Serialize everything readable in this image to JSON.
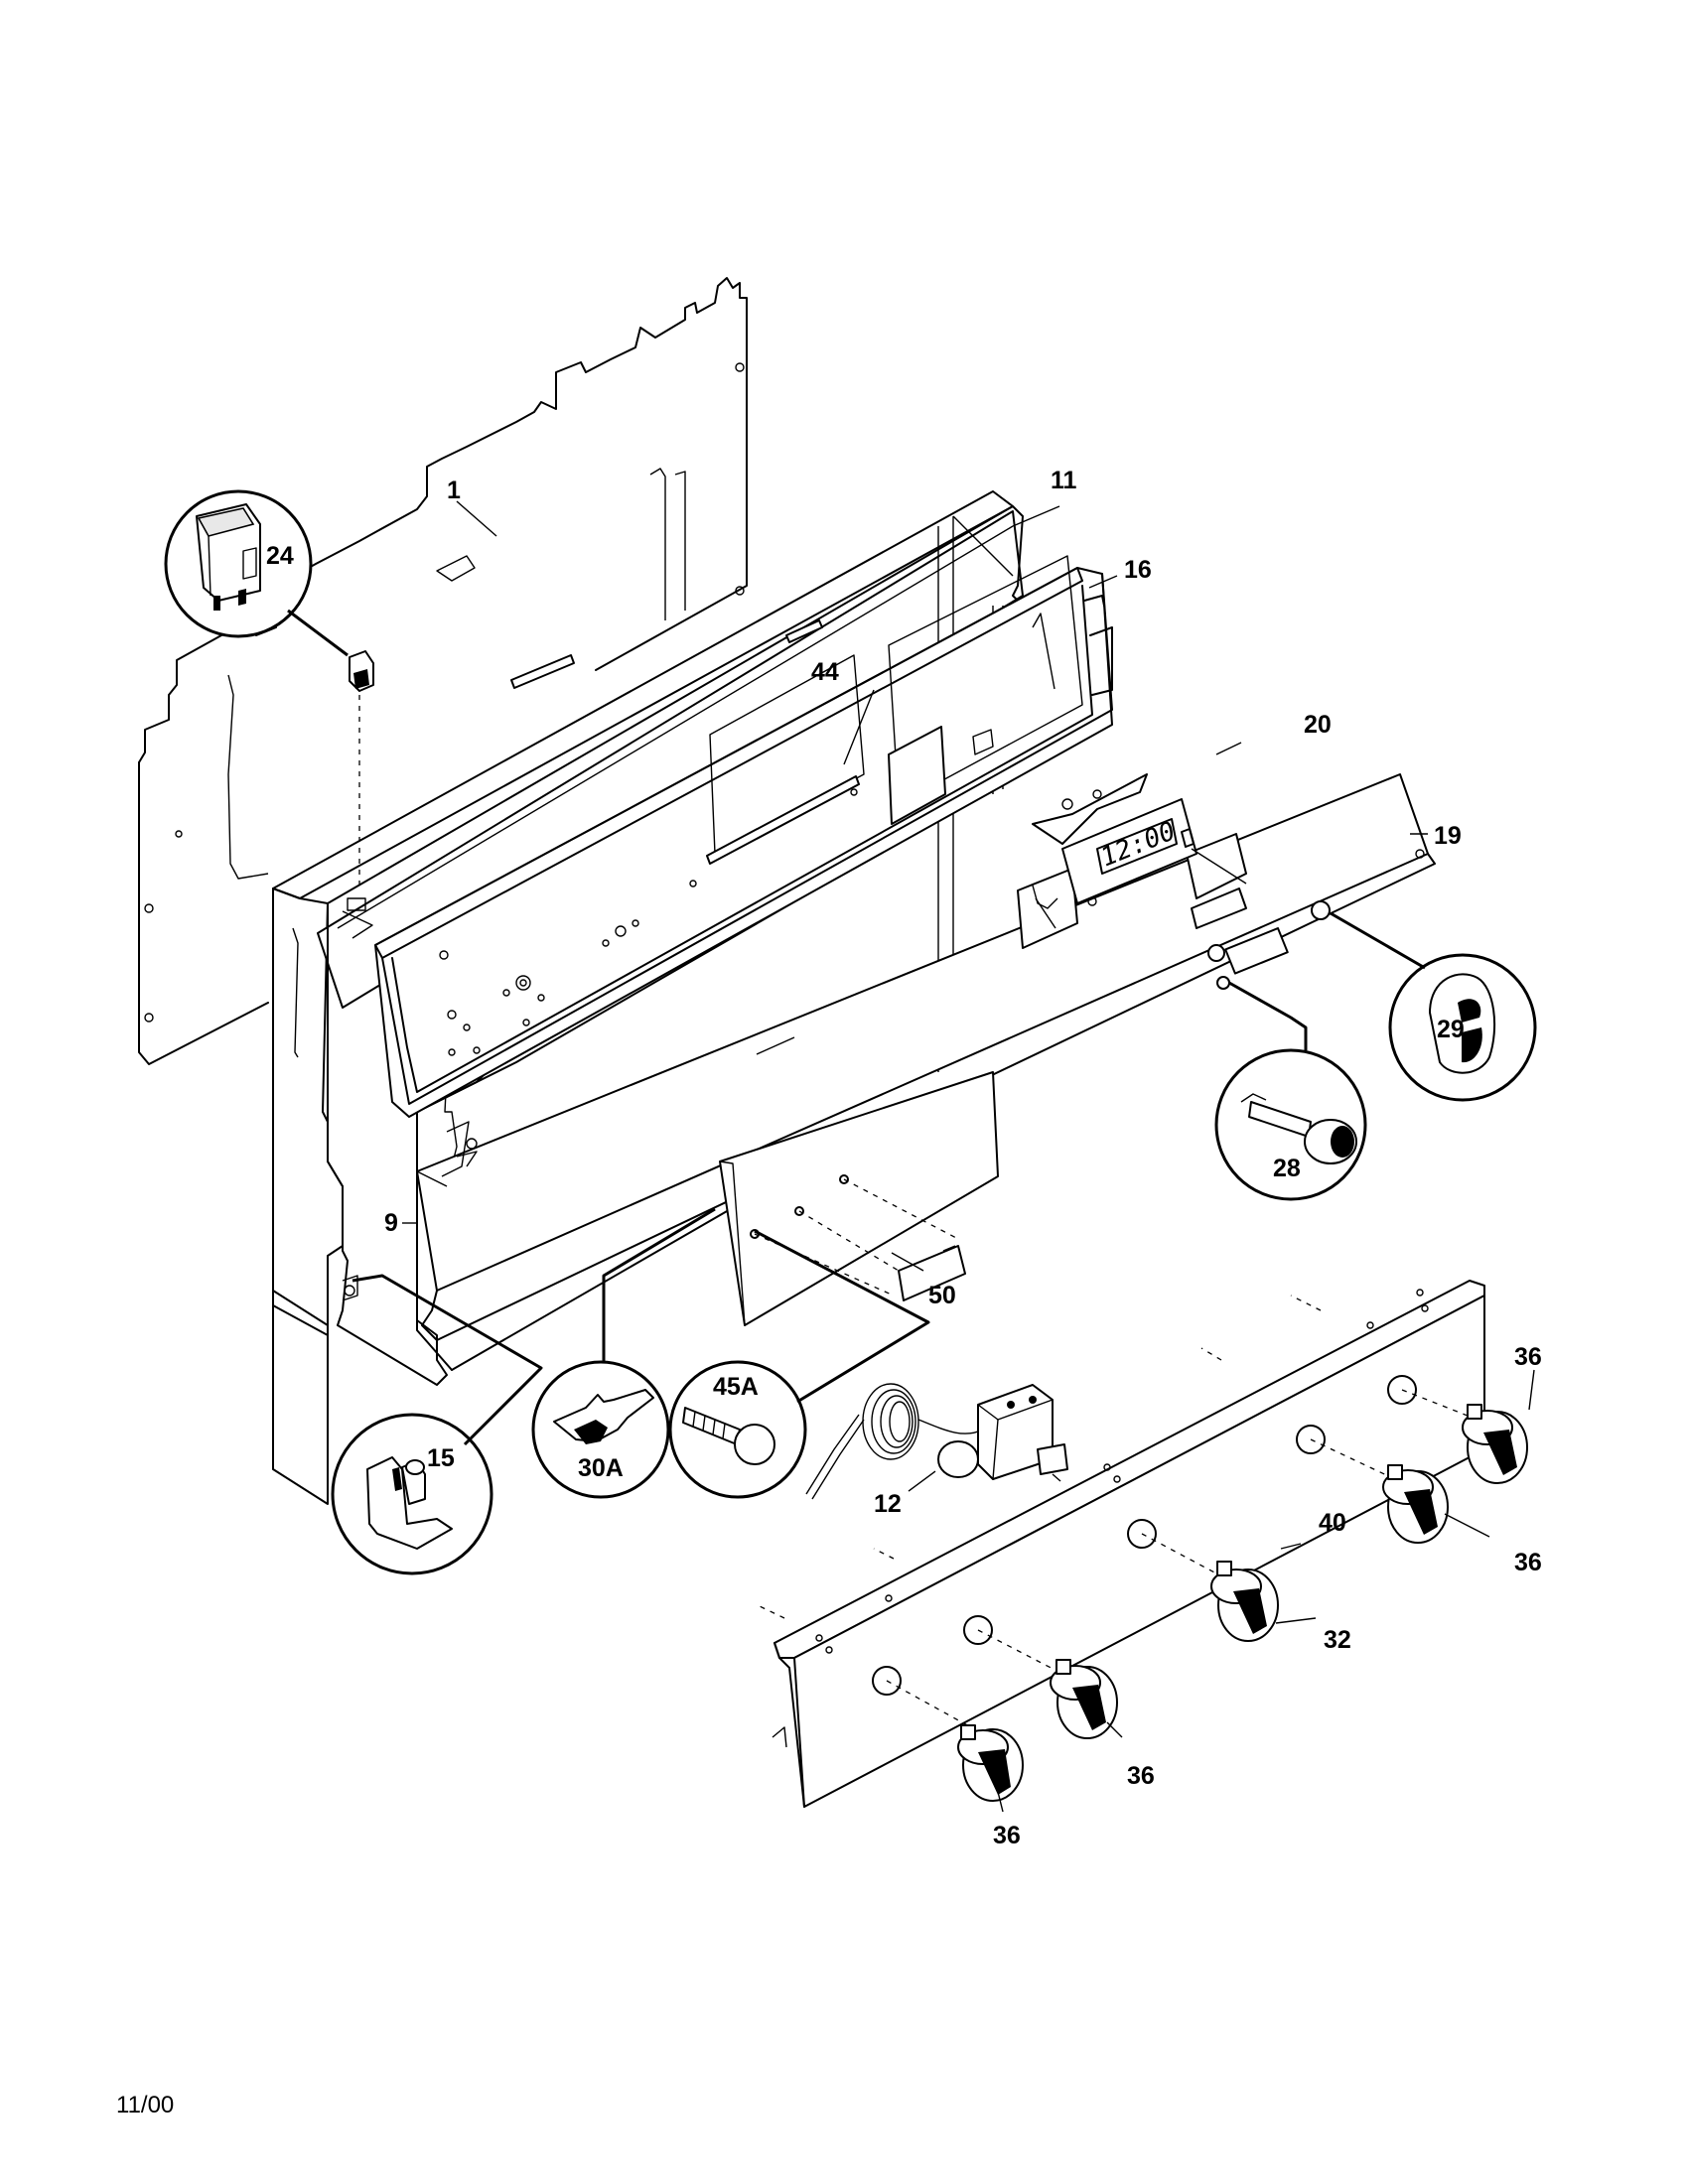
{
  "parts": {
    "p1": "1",
    "p9": "9",
    "p11": "11",
    "p12": "12",
    "p15": "15",
    "p16": "16",
    "p19": "19",
    "p20": "20",
    "p24": "24",
    "p28": "28",
    "p29": "29",
    "p30a": "30A",
    "p32": "32",
    "p36a": "36",
    "p36b": "36",
    "p36c": "36",
    "p36d": "36",
    "p40": "40",
    "p44": "44",
    "p45a": "45A",
    "p50": "50"
  },
  "clock_display": "12:00",
  "footer_date": "11/00"
}
